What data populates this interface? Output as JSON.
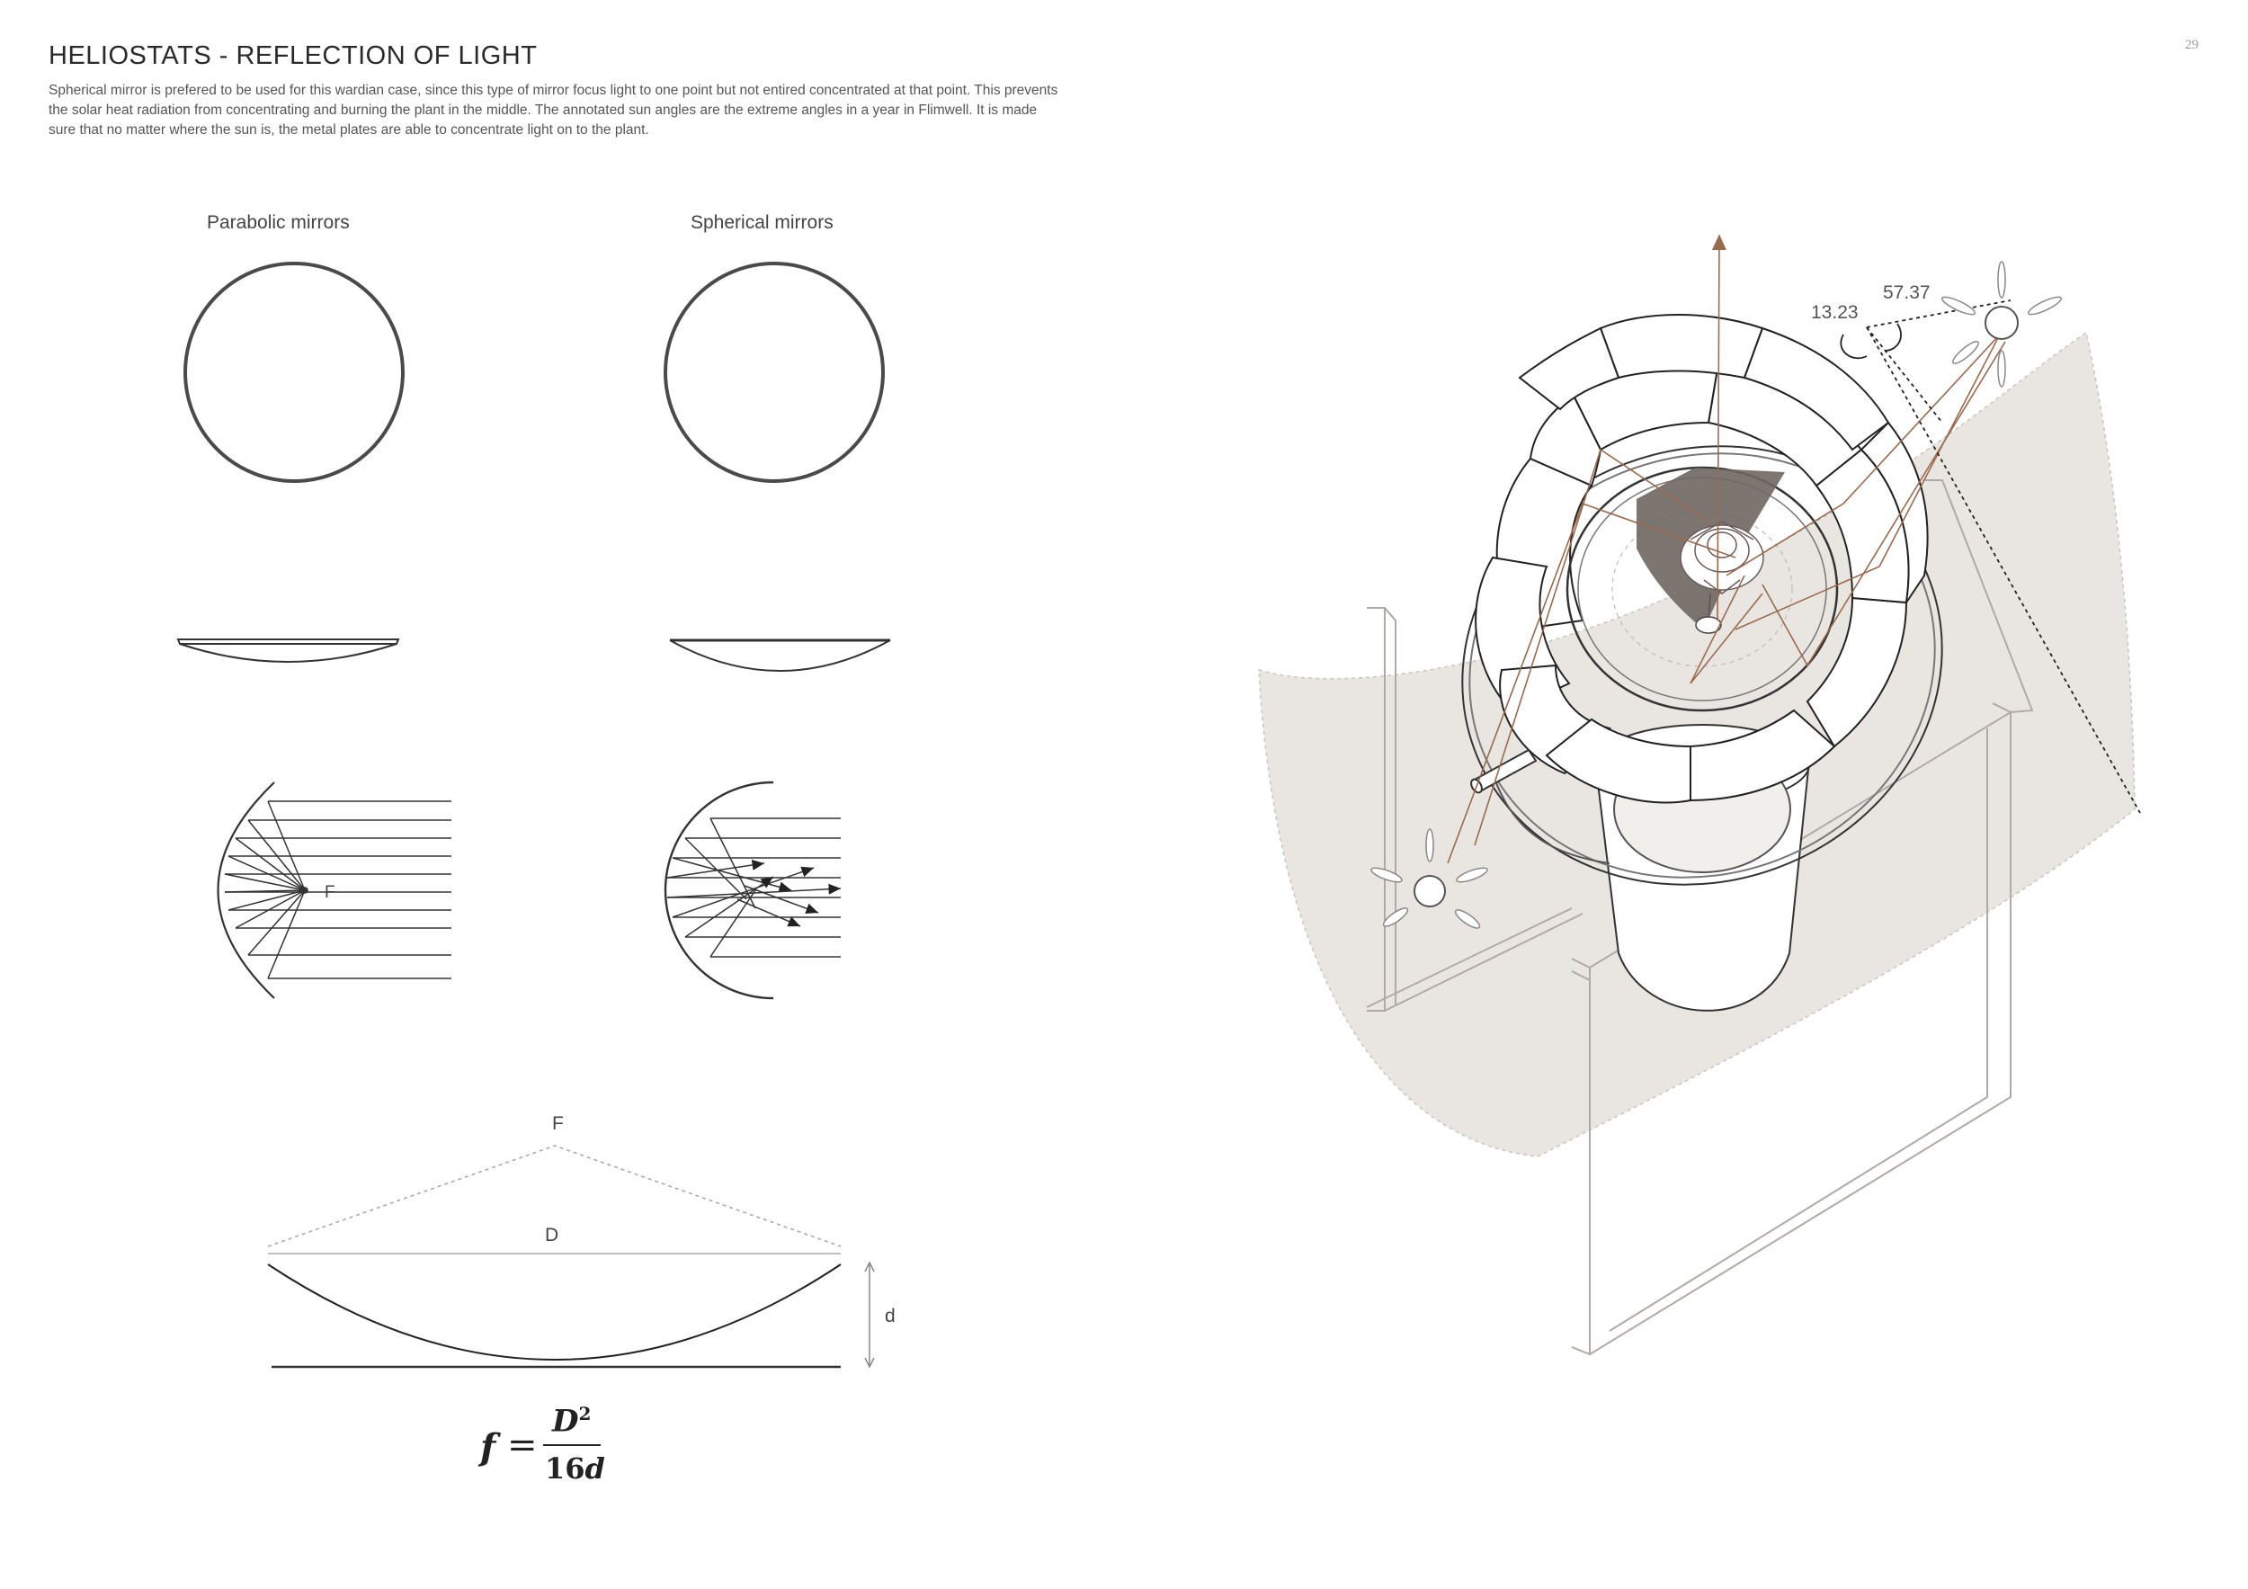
{
  "header": {
    "title": "HELIOSTATS - REFLECTION OF LIGHT",
    "description": "Spherical mirror is prefered to be used for this wardian case, since this type of mirror focus light to one point but not entired concentrated at that point. This prevents the solar heat radiation from concentrating and burning the plant in the middle. The annotated sun angles are the extreme angles in a year in Flimwell. It is made sure that no matter where the sun is, the metal plates are able to concentrate light on to the plant.",
    "page_number": "29"
  },
  "mirrors": {
    "parabolic_label": "Parabolic mirrors",
    "spherical_label": "Spherical mirrors",
    "focus_label": "F"
  },
  "geometry_diagram": {
    "focus_label": "F",
    "diameter_label": "D",
    "depth_label": "d",
    "formula": {
      "lhs": "f",
      "equals": "=",
      "numerator": "D",
      "exponent": "2",
      "denominator_number": "16",
      "denominator_var": "d"
    }
  },
  "sun_angles": {
    "angle_low": "13.23",
    "angle_high": "57.37"
  },
  "colors": {
    "line": "#3a3a3a",
    "ray": "#9a6a4e",
    "shadow": "#e9e6e1",
    "panel": "#6f6661"
  }
}
